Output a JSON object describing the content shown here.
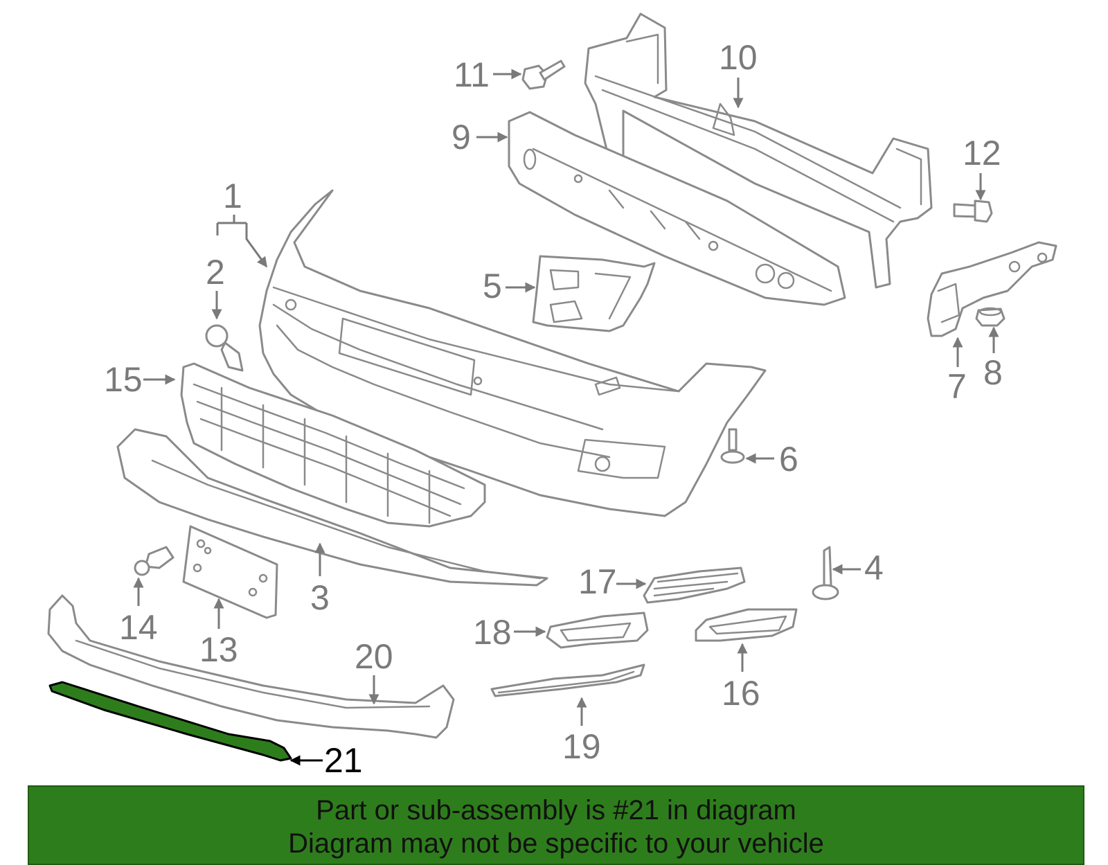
{
  "diagram": {
    "highlight_color": "#2e7d1c",
    "highlighted_part": "21",
    "callouts": [
      "1",
      "2",
      "3",
      "4",
      "5",
      "6",
      "7",
      "8",
      "9",
      "10",
      "11",
      "12",
      "13",
      "14",
      "15",
      "16",
      "17",
      "18",
      "19",
      "20",
      "21"
    ]
  },
  "banner": {
    "line1": "Part or sub-assembly is #21 in diagram",
    "line2": "Diagram may not be specific to your vehicle"
  }
}
